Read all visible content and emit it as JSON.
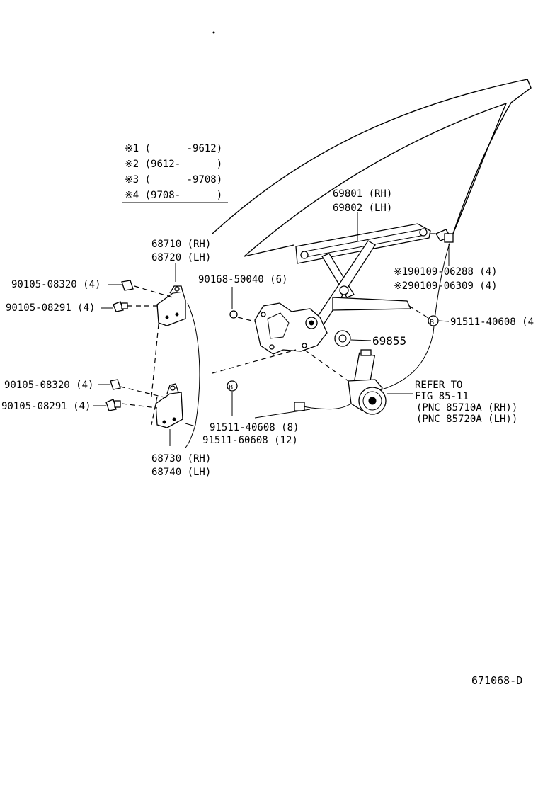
{
  "legend": {
    "lines": [
      "※1 (      -9612)",
      "※2 (9612-      )",
      "※3 (      -9708)",
      "※4 (9708-      )"
    ]
  },
  "labels": {
    "regulator": [
      "69801 (RH)",
      "69802 (LH)"
    ],
    "upper_hinge": [
      "68710 (RH)",
      "68720 (LH)"
    ],
    "lower_hinge": [
      "68730 (RH)",
      "68740 (LH)"
    ],
    "bolt_a1": "90105-08320 (4)",
    "bolt_b1": "90105-08291 (4)",
    "bolt_a2": "90105-08320 (4)",
    "bolt_b2": "90105-08291 (4)",
    "screw": "90168-50040 (6)",
    "glass_bolt_1": "※190109-06288 (4)",
    "glass_bolt_2": "※290109-06309 (4)",
    "bolt_right": "91511-40608 (4",
    "bushing": "69855",
    "motor_ref": [
      "REFER TO",
      "FIG 85-11",
      "(PNC 85710A (RH))",
      "(PNC 85720A (LH))"
    ],
    "bottom_bolts": [
      "91511-40608 (8)",
      "91511-60608 (12)"
    ],
    "bolt_marker": "B",
    "figure_id": "671068-D"
  }
}
